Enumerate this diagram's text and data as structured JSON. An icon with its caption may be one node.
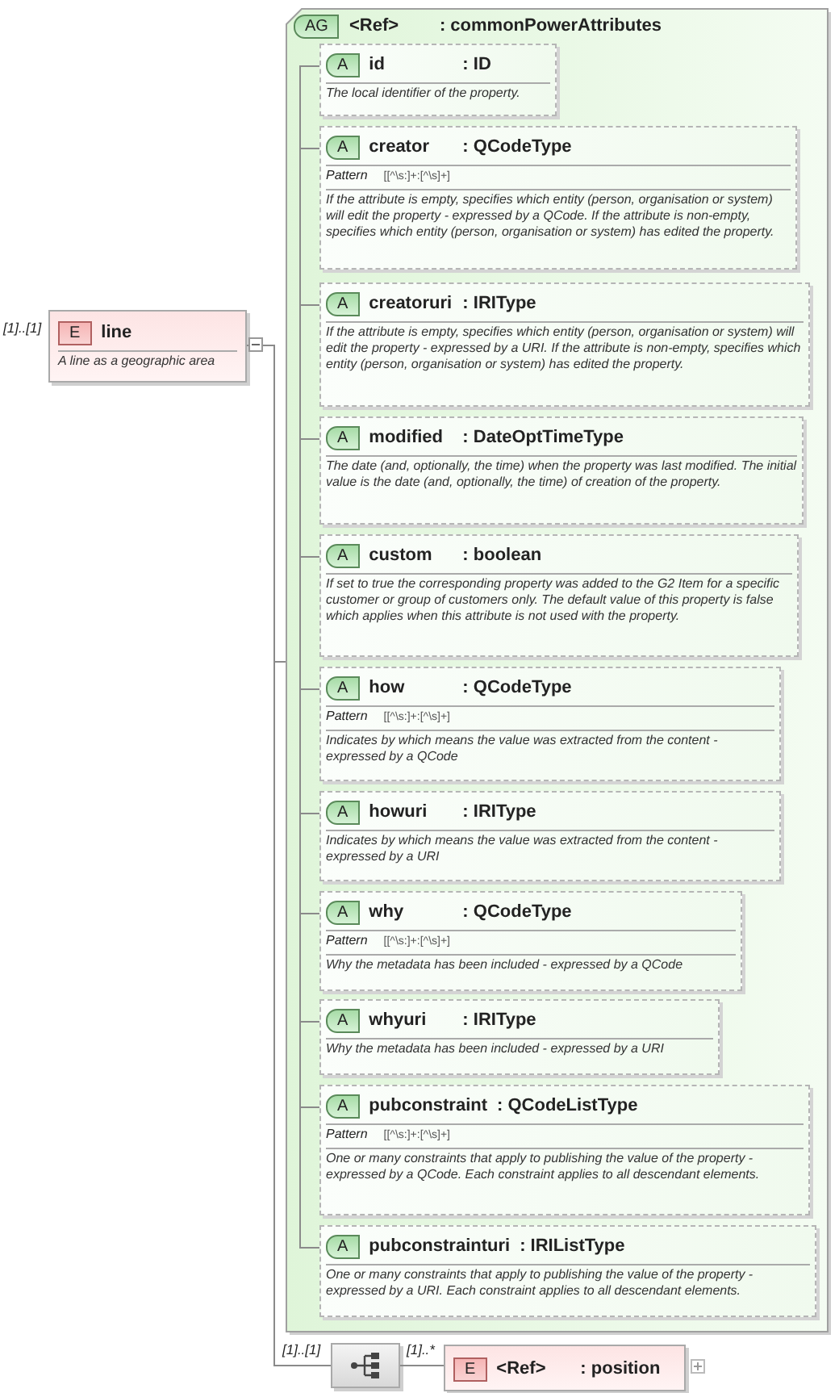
{
  "diagram": {
    "nodes": [
      {
        "text": [
          "E",
          "line",
          "A line as a geographic area"
        ],
        "beside": [
          "[1]..[1]"
        ]
      },
      {
        "text": [
          "AG",
          "<Ref>",
          ": commonPowerAttributes"
        ]
      },
      {
        "text": [
          "A",
          "id",
          ": ID",
          "The local identifier of the property."
        ],
        "in": 1
      },
      {
        "text": [
          "A",
          "creator",
          ": QCodeType",
          "Pattern",
          "[[^\\s:]+:[^\\s]+]",
          "If the attribute is empty, specifies which entity (person, organisation or system) will edit the property - expressed by a QCode. If the attribute is non-empty, specifies which entity (person, organisation or system) has edited the property."
        ],
        "in": 1
      },
      {
        "text": [
          "A",
          "creatoruri",
          ": IRIType",
          "If the attribute is empty, specifies which entity (person, organisation or system) will edit the property - expressed by a URI. If the attribute is non-empty, specifies which entity (person, organisation or system) has edited the property."
        ],
        "in": 1
      },
      {
        "text": [
          "A",
          "modified",
          ": DateOptTimeType",
          "The date (and, optionally, the time) when the property was last modified. The initial value is the date (and, optionally, the time) of creation of the property."
        ],
        "in": 1
      },
      {
        "text": [
          "A",
          "custom",
          ": boolean",
          "If set to true the corresponding property was added to the G2 Item for a specific customer or group of customers only. The default value of this property is false which applies when this attribute is not used with the property."
        ],
        "in": 1
      },
      {
        "text": [
          "A",
          "how",
          ": QCodeType",
          "Pattern",
          "[[^\\s:]+:[^\\s]+]",
          "Indicates by which means the value was extracted from the content - expressed by a QCode"
        ],
        "in": 1
      },
      {
        "text": [
          "A",
          "howuri",
          ": IRIType",
          "Indicates by which means the value was extracted from the content - expressed by a URI"
        ],
        "in": 1
      },
      {
        "text": [
          "A",
          "why",
          ": QCodeType",
          "Pattern",
          "[[^\\s:]+:[^\\s]+]",
          "Why the metadata has been included - expressed by a QCode"
        ],
        "in": 1
      },
      {
        "text": [
          "A",
          "whyuri",
          ": IRIType",
          "Why the metadata has been included - expressed by a URI"
        ],
        "in": 1
      },
      {
        "text": [
          "A",
          "pubconstraint",
          ": QCodeListType",
          "Pattern",
          "[[^\\s:]+:[^\\s]+]",
          "One or many constraints that apply to publishing the value of the property - expressed by a QCode. Each constraint applies to all descendant elements."
        ],
        "in": 1
      },
      {
        "text": [
          "A",
          "pubconstrainturi",
          ": IRIListType",
          "One or many constraints that apply to publishing the value of the property - expressed by a URI. Each constraint applies to all descendant elements."
        ],
        "in": 1
      },
      {
        "text": [],
        "shape": "box",
        "beside": [
          "[1]..[1]"
        ]
      },
      {
        "text": [
          "E",
          "<Ref>",
          ": position"
        ],
        "beside": [
          "[1]..*"
        ]
      }
    ],
    "edges": [
      {
        "from": 0,
        "to": 1,
        "arrow": "none"
      },
      {
        "from": 1,
        "to": 2,
        "arrow": "none"
      },
      {
        "from": 1,
        "to": 3,
        "arrow": "none"
      },
      {
        "from": 1,
        "to": 4,
        "arrow": "none"
      },
      {
        "from": 1,
        "to": 5,
        "arrow": "none"
      },
      {
        "from": 1,
        "to": 6,
        "arrow": "none"
      },
      {
        "from": 1,
        "to": 7,
        "arrow": "none"
      },
      {
        "from": 1,
        "to": 8,
        "arrow": "none"
      },
      {
        "from": 1,
        "to": 9,
        "arrow": "none"
      },
      {
        "from": 1,
        "to": 10,
        "arrow": "none"
      },
      {
        "from": 1,
        "to": 11,
        "arrow": "none"
      },
      {
        "from": 1,
        "to": 12,
        "arrow": "none"
      },
      {
        "from": 0,
        "to": 13,
        "arrow": "none"
      },
      {
        "from": 13,
        "to": 14,
        "arrow": "none"
      }
    ]
  }
}
